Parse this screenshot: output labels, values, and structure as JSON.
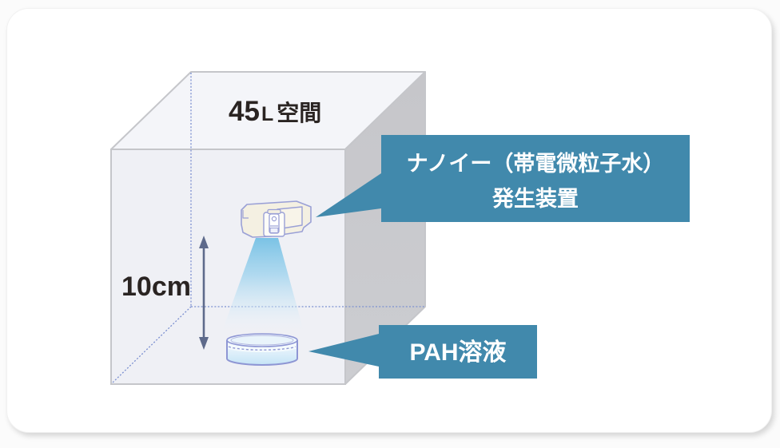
{
  "scene": {
    "volume_value": "45",
    "volume_unit": "L",
    "volume_word": "空間",
    "distance_label": "10cm",
    "device_label_line1": "ナノイー（帯電微粒子水）",
    "device_label_line2": "発生装置",
    "solution_label": "PAH溶液"
  },
  "colors": {
    "callout_teal": "#4189ac",
    "box_front_face": "#eff0f5",
    "box_top_face": "#f4f5f9",
    "box_side_face": "#c9c9cd",
    "box_edge": "#c5c6ca",
    "hidden_edge_dotted": "#7b8fd0",
    "measure_arrow": "#5e6a8b",
    "mist_spray": "#74c0e4",
    "device_body": "#f4f0e2",
    "illustration_outline": "#8e96d4",
    "label_text_dark": "#2a2422",
    "callout_text": "#ffffff"
  },
  "icons": {
    "device": "nanoe-generator-illustration",
    "mist": "mist-spray-cone",
    "dish": "petri-dish-with-solution",
    "arrow": "double-headed-vertical-arrow"
  }
}
